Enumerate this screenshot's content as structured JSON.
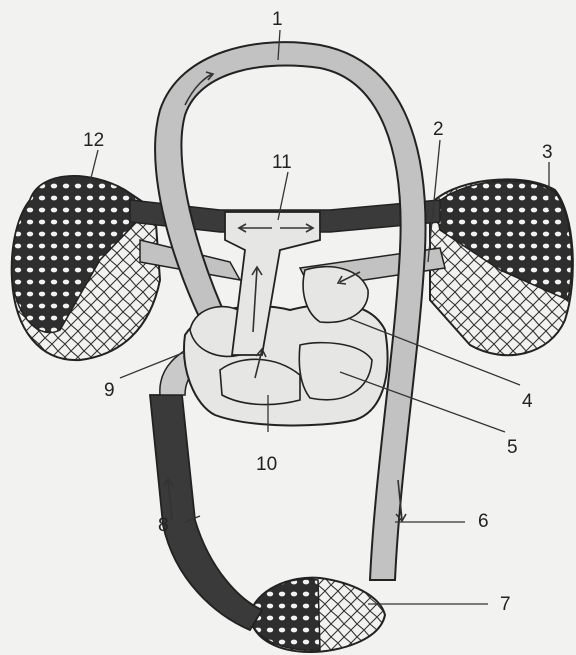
{
  "labels": [
    {
      "id": "l1",
      "text": "1"
    },
    {
      "id": "l2",
      "text": "2"
    },
    {
      "id": "l3",
      "text": "3"
    },
    {
      "id": "l4",
      "text": "4"
    },
    {
      "id": "l5",
      "text": "5"
    },
    {
      "id": "l6",
      "text": "6"
    },
    {
      "id": "l7",
      "text": "7"
    },
    {
      "id": "l8",
      "text": "8"
    },
    {
      "id": "l9",
      "text": "9"
    },
    {
      "id": "l10",
      "text": "10"
    },
    {
      "id": "l11",
      "text": "11"
    },
    {
      "id": "l12",
      "text": "12"
    }
  ],
  "colors": {
    "oxygenated": "#c2c2c2",
    "deoxygenated": "#3a3a3a",
    "outline": "#222222",
    "heart_fill": "#e6e6e4",
    "background": "#f2f2f0"
  }
}
